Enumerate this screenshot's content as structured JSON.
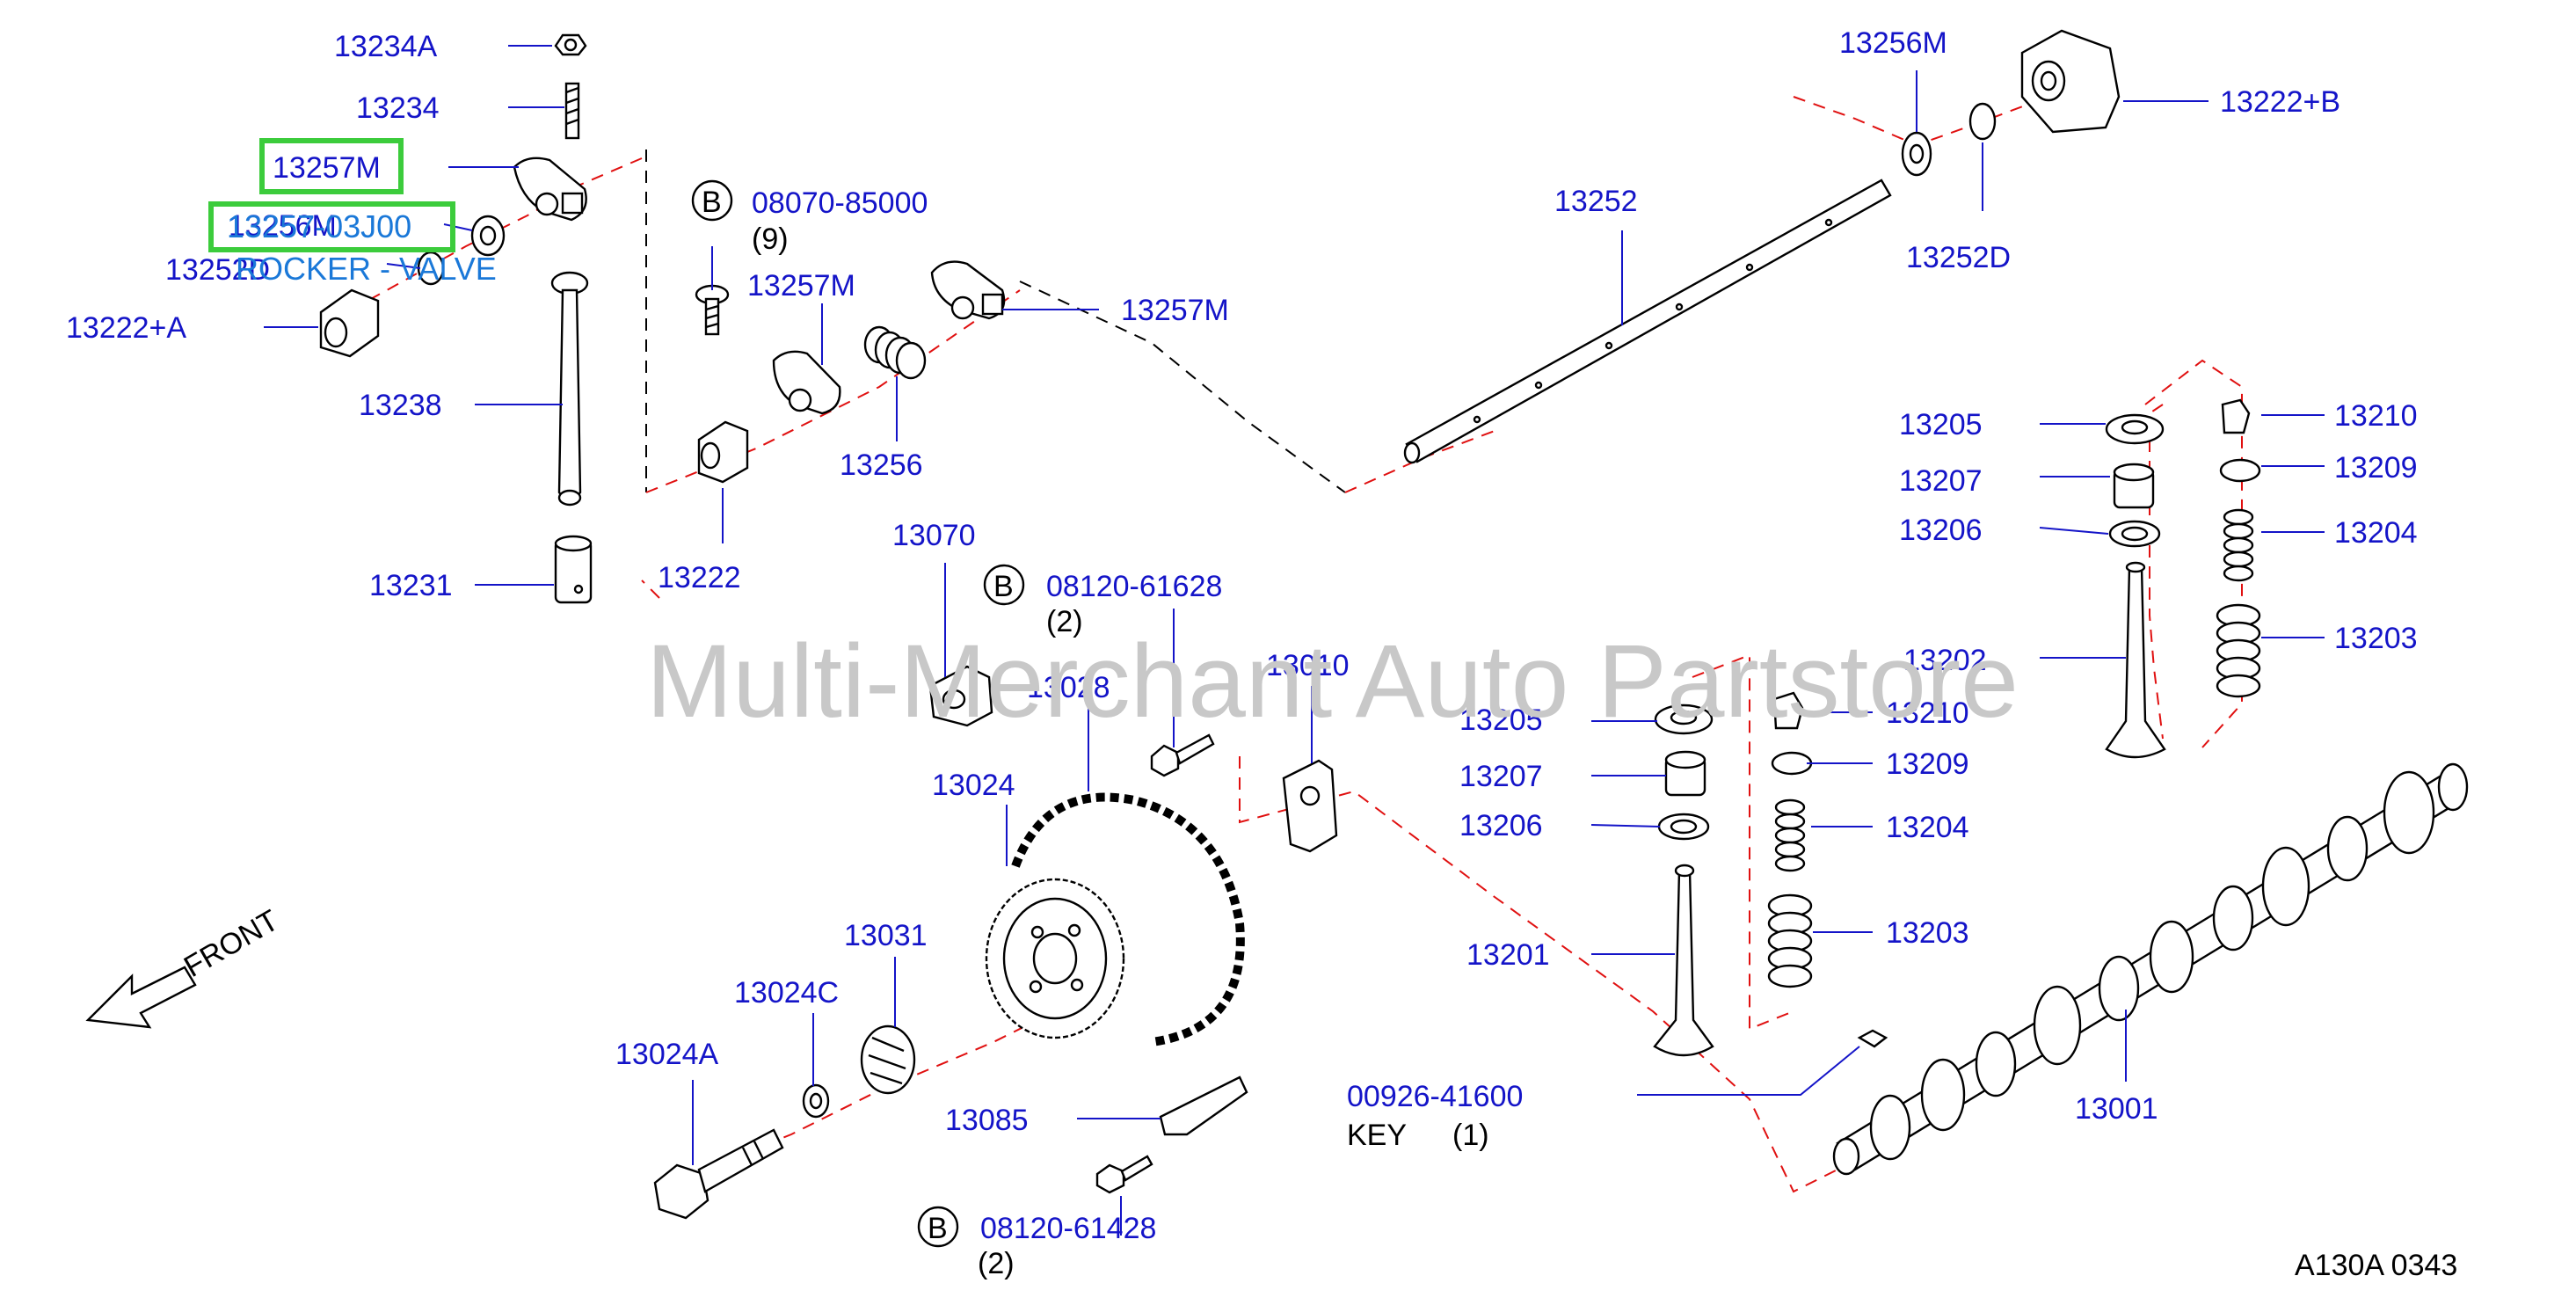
{
  "labels": {
    "l13234A": "13234A",
    "l13234": "13234",
    "l13257M_a": "13257M",
    "l13256M_a": "13256M",
    "l13252D_a": "13252D",
    "l13222A": "13222+A",
    "l13238": "13238",
    "l13231": "13231",
    "b08070": "08070-85000",
    "q9": "(9)",
    "l13257M_b": "13257M",
    "l13257M_c": "13257M",
    "l13256": "13256",
    "l13222": "13222",
    "l13256M_b": "13256M",
    "l13222B": "13222+B",
    "l13252": "13252",
    "l13252D_b": "13252D",
    "l13205_r": "13205",
    "l13207_r": "13207",
    "l13206_r": "13206",
    "l13210_r": "13210",
    "l13209_r": "13209",
    "l13204_r": "13204",
    "l13203_r": "13203",
    "l13202": "13202",
    "l13070": "13070",
    "b08120a": "08120-61628",
    "q2a": "(2)",
    "l13028": "13028",
    "l13010": "13010",
    "l13024": "13024",
    "l13031": "13031",
    "l13024C": "13024C",
    "l13024A": "13024A",
    "l13085": "13085",
    "b08120b": "08120-61428",
    "q2b": "(2)",
    "l13205_m": "13205",
    "l13207_m": "13207",
    "l13206_m": "13206",
    "l13210_m": "13210",
    "l13209_m": "13209",
    "l13204_m": "13204",
    "l13203_m": "13203",
    "l13201": "13201",
    "l00926": "00926-41600",
    "key": "KEY",
    "q1": "(1)",
    "l13001": "13001",
    "front": "FRONT",
    "code": "A130A   0343",
    "badge": "B"
  },
  "tooltip": {
    "part_no": "13257-03J00",
    "name": "ROCKER - VALVE"
  },
  "watermark": "Multi-Merchant Auto Partstore",
  "colors": {
    "label": "#1414c8",
    "highlight": "#3ccc3c",
    "tooltip": "#1a78d8",
    "guide_dash": "#e01010",
    "watermark": "#c8c8c8"
  }
}
